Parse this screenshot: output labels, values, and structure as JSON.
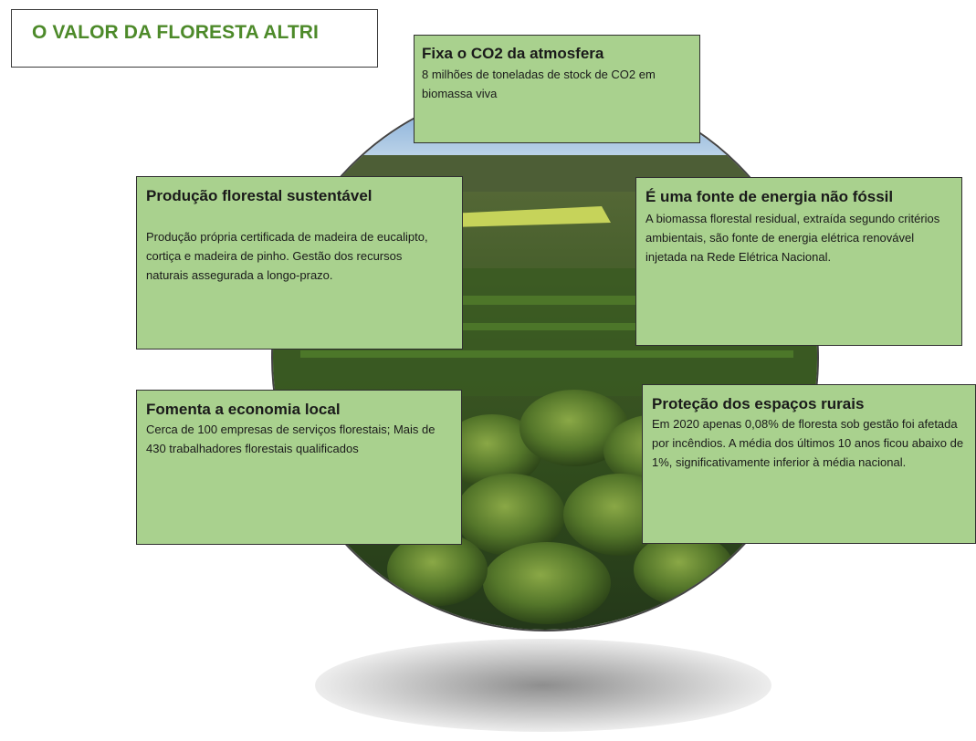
{
  "title": "O VALOR DA FLORESTA ALTRI",
  "colors": {
    "card_fill": "#a9d18e",
    "title_green": "#4d8a2a",
    "border": "#303030"
  },
  "cards": {
    "co2": {
      "heading": "Fixa o CO2 da atmosfera",
      "body": "8 milhões de toneladas de stock de CO2 em biomassa viva"
    },
    "producao": {
      "heading": "Produção florestal sustentável",
      "body": "Produção própria certificada de madeira de eucalipto, cortiça e madeira de pinho. Gestão dos recursos naturais assegurada a longo-prazo."
    },
    "energia": {
      "heading": "É uma fonte de energia não fóssil",
      "body": "A biomassa florestal residual, extraída segundo critérios ambientais, são fonte de energia elétrica renovável injetada na Rede Elétrica Nacional."
    },
    "economia": {
      "heading": "Fomenta a economia local",
      "body": "Cerca de 100 empresas de serviços florestais; Mais de 430 trabalhadores florestais qualificados"
    },
    "protecao": {
      "heading": "Proteção dos espaços rurais",
      "body": "Em 2020 apenas 0,08% de floresta sob gestão foi afetada por incêndios. A média dos últimos 10 anos ficou abaixo de 1%, significativamente inferior à média nacional."
    }
  }
}
